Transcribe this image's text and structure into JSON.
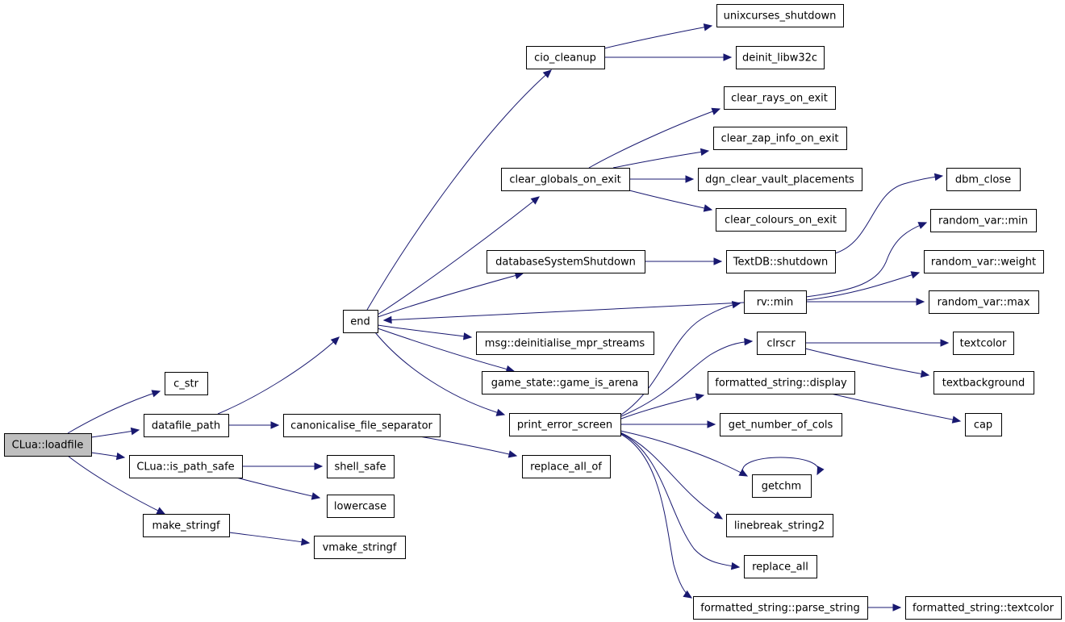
{
  "graph": {
    "nodes": [
      {
        "id": "loadfile",
        "label": "CLua::loadfile",
        "root": true
      },
      {
        "id": "c_str",
        "label": "c_str"
      },
      {
        "id": "datafile_path",
        "label": "datafile_path"
      },
      {
        "id": "is_path_safe",
        "label": "CLua::is_path_safe"
      },
      {
        "id": "make_stringf",
        "label": "make_stringf"
      },
      {
        "id": "end",
        "label": "end"
      },
      {
        "id": "canonicalise",
        "label": "canonicalise_file_separator"
      },
      {
        "id": "shell_safe",
        "label": "shell_safe"
      },
      {
        "id": "lowercase",
        "label": "lowercase"
      },
      {
        "id": "vmake_stringf",
        "label": "vmake_stringf"
      },
      {
        "id": "replace_all_of",
        "label": "replace_all_of"
      },
      {
        "id": "cio_cleanup",
        "label": "cio_cleanup"
      },
      {
        "id": "clear_globals",
        "label": "clear_globals_on_exit"
      },
      {
        "id": "dbsys_shutdown",
        "label": "databaseSystemShutdown"
      },
      {
        "id": "msg_deinit",
        "label": "msg::deinitialise_mpr_streams"
      },
      {
        "id": "game_is_arena",
        "label": "game_state::game_is_arena"
      },
      {
        "id": "print_error",
        "label": "print_error_screen"
      },
      {
        "id": "unixcurses",
        "label": "unixcurses_shutdown"
      },
      {
        "id": "deinit_libw32c",
        "label": "deinit_libw32c"
      },
      {
        "id": "clear_rays",
        "label": "clear_rays_on_exit"
      },
      {
        "id": "clear_zap",
        "label": "clear_zap_info_on_exit"
      },
      {
        "id": "dgn_clear",
        "label": "dgn_clear_vault_placements"
      },
      {
        "id": "clear_colours",
        "label": "clear_colours_on_exit"
      },
      {
        "id": "textdb_shutdown",
        "label": "TextDB::shutdown"
      },
      {
        "id": "rv_min",
        "label": "rv::min"
      },
      {
        "id": "clrscr",
        "label": "clrscr"
      },
      {
        "id": "fs_display",
        "label": "formatted_string::display"
      },
      {
        "id": "get_cols",
        "label": "get_number_of_cols"
      },
      {
        "id": "getchm",
        "label": "getchm"
      },
      {
        "id": "linebreak",
        "label": "linebreak_string2"
      },
      {
        "id": "replace_all",
        "label": "replace_all"
      },
      {
        "id": "fs_parse",
        "label": "formatted_string::parse_string"
      },
      {
        "id": "dbm_close",
        "label": "dbm_close"
      },
      {
        "id": "rv_var_min",
        "label": "random_var::min"
      },
      {
        "id": "rv_var_weight",
        "label": "random_var::weight"
      },
      {
        "id": "rv_var_max",
        "label": "random_var::max"
      },
      {
        "id": "textcolor",
        "label": "textcolor"
      },
      {
        "id": "textbackground",
        "label": "textbackground"
      },
      {
        "id": "cap",
        "label": "cap"
      },
      {
        "id": "fs_textcolor",
        "label": "formatted_string::textcolor"
      }
    ],
    "edges": [
      {
        "from": "loadfile",
        "to": "c_str"
      },
      {
        "from": "loadfile",
        "to": "datafile_path"
      },
      {
        "from": "loadfile",
        "to": "is_path_safe"
      },
      {
        "from": "loadfile",
        "to": "make_stringf"
      },
      {
        "from": "datafile_path",
        "to": "end"
      },
      {
        "from": "datafile_path",
        "to": "canonicalise"
      },
      {
        "from": "is_path_safe",
        "to": "shell_safe"
      },
      {
        "from": "is_path_safe",
        "to": "lowercase"
      },
      {
        "from": "make_stringf",
        "to": "vmake_stringf"
      },
      {
        "from": "canonicalise",
        "to": "replace_all_of"
      },
      {
        "from": "end",
        "to": "cio_cleanup"
      },
      {
        "from": "end",
        "to": "clear_globals"
      },
      {
        "from": "end",
        "to": "dbsys_shutdown"
      },
      {
        "from": "end",
        "to": "msg_deinit"
      },
      {
        "from": "end",
        "to": "game_is_arena"
      },
      {
        "from": "end",
        "to": "print_error"
      },
      {
        "from": "rv_min",
        "to": "end"
      },
      {
        "from": "cio_cleanup",
        "to": "unixcurses"
      },
      {
        "from": "cio_cleanup",
        "to": "deinit_libw32c"
      },
      {
        "from": "clear_globals",
        "to": "clear_rays"
      },
      {
        "from": "clear_globals",
        "to": "clear_zap"
      },
      {
        "from": "clear_globals",
        "to": "dgn_clear"
      },
      {
        "from": "clear_globals",
        "to": "clear_colours"
      },
      {
        "from": "dbsys_shutdown",
        "to": "textdb_shutdown"
      },
      {
        "from": "textdb_shutdown",
        "to": "dbm_close"
      },
      {
        "from": "rv_min",
        "to": "rv_var_min"
      },
      {
        "from": "rv_min",
        "to": "rv_var_weight"
      },
      {
        "from": "rv_min",
        "to": "rv_var_max"
      },
      {
        "from": "print_error",
        "to": "rv_min"
      },
      {
        "from": "print_error",
        "to": "clrscr"
      },
      {
        "from": "print_error",
        "to": "fs_display"
      },
      {
        "from": "print_error",
        "to": "get_cols"
      },
      {
        "from": "print_error",
        "to": "getchm"
      },
      {
        "from": "print_error",
        "to": "linebreak"
      },
      {
        "from": "print_error",
        "to": "replace_all"
      },
      {
        "from": "print_error",
        "to": "fs_parse"
      },
      {
        "from": "clrscr",
        "to": "textcolor"
      },
      {
        "from": "clrscr",
        "to": "textbackground"
      },
      {
        "from": "fs_display",
        "to": "cap"
      },
      {
        "from": "getchm",
        "to": "getchm"
      },
      {
        "from": "fs_parse",
        "to": "fs_textcolor"
      }
    ]
  }
}
